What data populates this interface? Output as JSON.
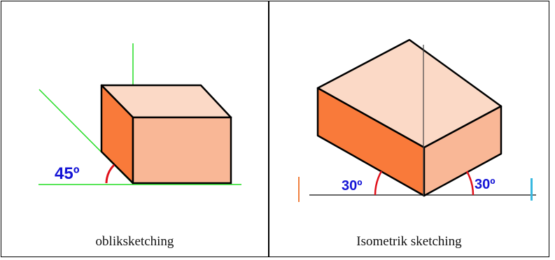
{
  "left_panel": {
    "angle_label": "45º",
    "caption": "obliksketching"
  },
  "right_panel": {
    "angle_left_label": "30º",
    "angle_right_label": "30º",
    "caption": "Isometrik sketching"
  },
  "colors": {
    "box_top": "#fbd9c6",
    "box_front": "#f9b796",
    "box_side": "#f97a3a",
    "axis_green": "#22dd22",
    "angle_text": "#1414d6",
    "angle_arc": "#e0101a"
  }
}
